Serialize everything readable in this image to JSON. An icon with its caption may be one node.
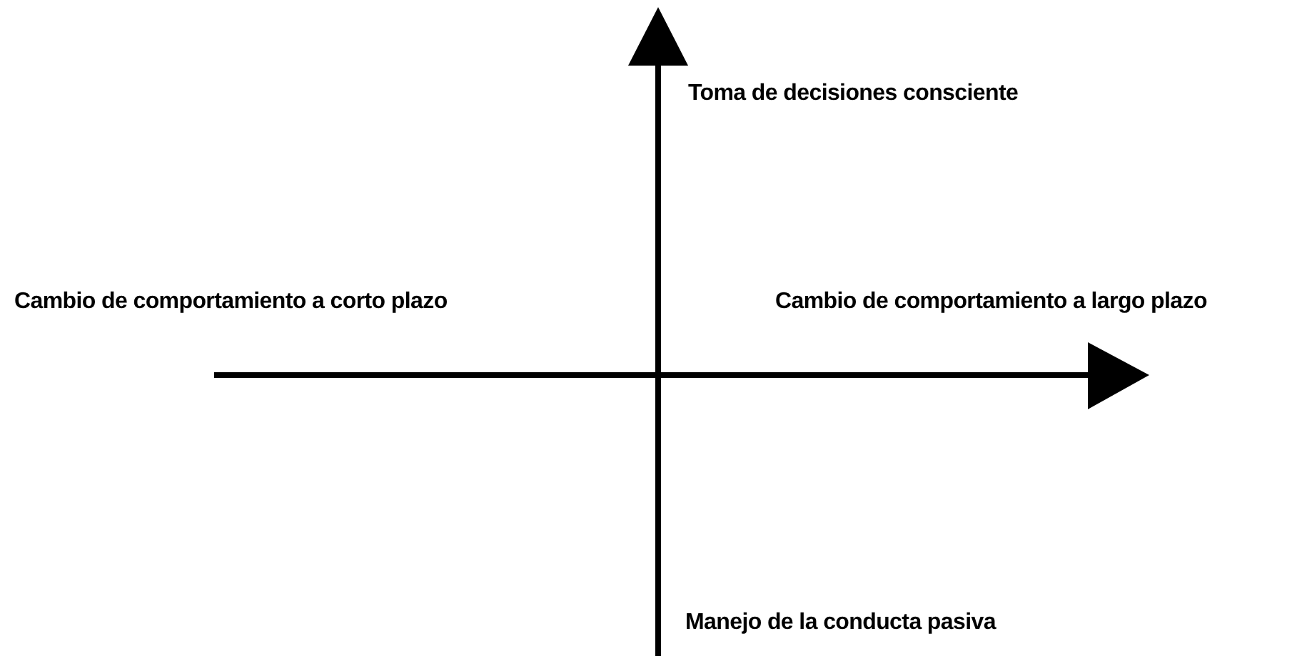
{
  "diagram": {
    "labels": [
      "Toma de decisiones consciente",
      "Cambio de comportamiento a corto plazo",
      "Cambio de comportamiento a largo plazo",
      "Manejo de la conducta pasiva"
    ]
  }
}
